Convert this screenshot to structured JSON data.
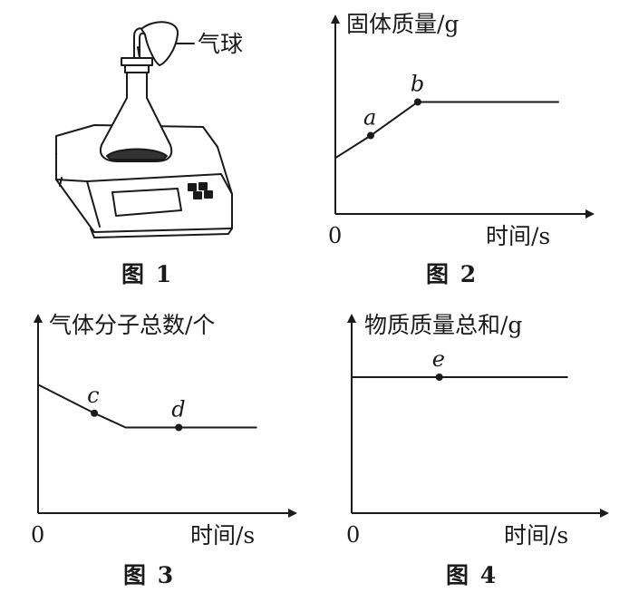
{
  "fig1": {
    "caption": "图 1",
    "balloon_label": "气球"
  },
  "chart_data": [
    {
      "type": "line",
      "caption": "图 2",
      "ylabel": "固体质量/g",
      "xlabel": "时间/s",
      "origin_label": "0",
      "series": [
        {
          "x": [
            0,
            1.2,
            2.8,
            7.6
          ],
          "y": [
            1.0,
            1.4,
            2.0,
            2.0
          ]
        }
      ],
      "points": [
        {
          "label": "a",
          "x": 1.2,
          "y": 1.4
        },
        {
          "label": "b",
          "x": 2.8,
          "y": 2.0
        }
      ],
      "xlim": [
        0,
        8.5
      ],
      "ylim": [
        0,
        3.4
      ]
    },
    {
      "type": "line",
      "caption": "图 3",
      "ylabel": "气体分子总数/个",
      "xlabel": "时间/s",
      "origin_label": "0",
      "series": [
        {
          "x": [
            0,
            1.8,
            2.8,
            7.0
          ],
          "y": [
            2.7,
            2.1,
            1.8,
            1.8
          ]
        }
      ],
      "points": [
        {
          "label": "c",
          "x": 1.8,
          "y": 2.1
        },
        {
          "label": "d",
          "x": 4.5,
          "y": 1.8
        }
      ],
      "xlim": [
        0,
        8.0
      ],
      "ylim": [
        0,
        4.0
      ]
    },
    {
      "type": "line",
      "caption": "图 4",
      "ylabel": "物质质量总和/g",
      "xlabel": "时间/s",
      "origin_label": "0",
      "series": [
        {
          "x": [
            0,
            7.4
          ],
          "y": [
            3.0,
            3.0
          ]
        }
      ],
      "points": [
        {
          "label": "e",
          "x": 3.0,
          "y": 3.0
        }
      ],
      "xlim": [
        0,
        8.5
      ],
      "ylim": [
        0,
        4.2
      ]
    }
  ]
}
